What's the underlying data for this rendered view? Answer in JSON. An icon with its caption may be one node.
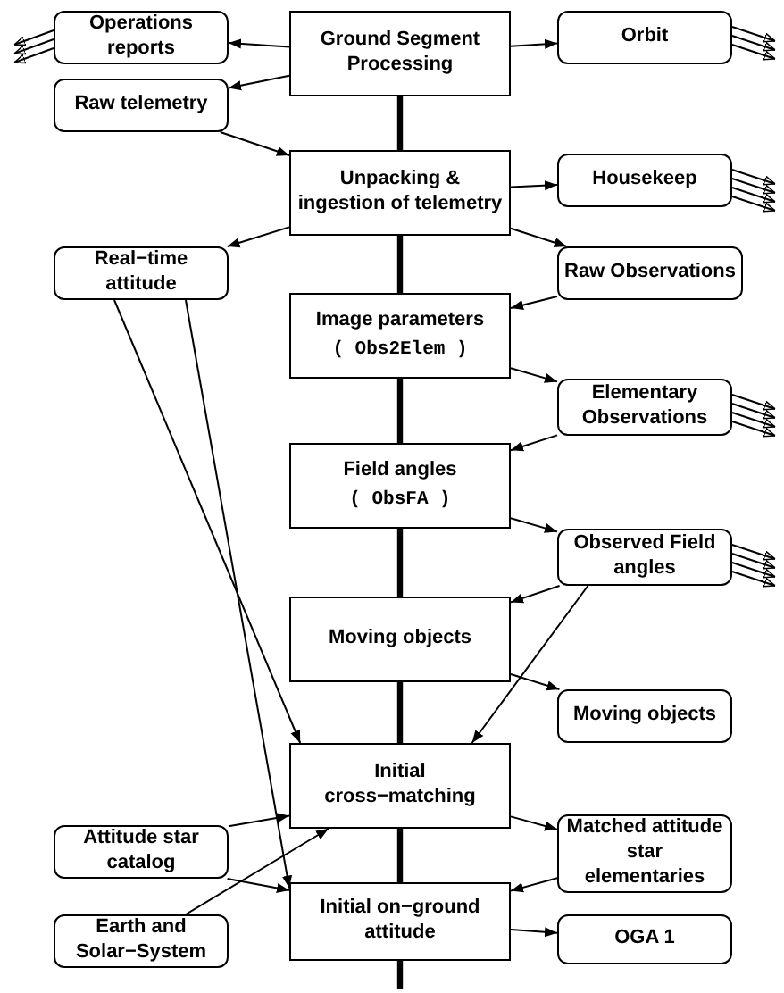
{
  "diagram": {
    "nodes": [
      {
        "text": [
          "Ground Segment Processing"
        ]
      },
      {
        "text": [
          "Operations reports"
        ]
      },
      {
        "text": [
          "Orbit"
        ]
      },
      {
        "text": [
          "Raw telemetry"
        ]
      },
      {
        "text": [
          "Unpacking & ingestion of telemetry"
        ]
      },
      {
        "text": [
          "Housekeep"
        ]
      },
      {
        "text": [
          "Real−time attitude"
        ]
      },
      {
        "text": [
          "Raw Observations"
        ]
      },
      {
        "text": [
          "Image parameters",
          "( Obs2Elem )"
        ]
      },
      {
        "text": [
          "Elementary Observations"
        ]
      },
      {
        "text": [
          "Field angles",
          "( ObsFA )"
        ]
      },
      {
        "text": [
          "Observed Field angles"
        ]
      },
      {
        "text": [
          "Moving objects"
        ]
      },
      {
        "text": [
          "Moving objects"
        ]
      },
      {
        "text": [
          "Initial cross−matching"
        ]
      },
      {
        "text": [
          "Attitude star catalog"
        ]
      },
      {
        "text": [
          "Matched attitude star elementaries"
        ]
      },
      {
        "text": [
          "Earth and Solar−System"
        ]
      },
      {
        "text": [
          "Initial on−ground attitude"
        ]
      },
      {
        "text": [
          "OGA 1"
        ]
      }
    ],
    "edges": [
      {
        "from": 0,
        "to": 1,
        "arrow": "to"
      },
      {
        "from": 0,
        "to": 2,
        "arrow": "to"
      },
      {
        "from": 0,
        "to": 3,
        "arrow": "to"
      },
      {
        "from": 1,
        "to": null,
        "arrow": "to"
      },
      {
        "from": 1,
        "to": null,
        "arrow": "to"
      },
      {
        "from": 1,
        "to": null,
        "arrow": "to"
      },
      {
        "from": 2,
        "to": null,
        "arrow": "to"
      },
      {
        "from": 2,
        "to": null,
        "arrow": "to"
      },
      {
        "from": 2,
        "to": null,
        "arrow": "to"
      },
      {
        "from": 0,
        "to": 4,
        "arrow": "none",
        "style": "thick"
      },
      {
        "from": 3,
        "to": 4,
        "arrow": "to"
      },
      {
        "from": 4,
        "to": 5,
        "arrow": "to"
      },
      {
        "from": 5,
        "to": null,
        "arrow": "to"
      },
      {
        "from": 5,
        "to": null,
        "arrow": "to"
      },
      {
        "from": 5,
        "to": null,
        "arrow": "to"
      },
      {
        "from": 5,
        "to": null,
        "arrow": "to"
      },
      {
        "from": 4,
        "to": 6,
        "arrow": "to"
      },
      {
        "from": 4,
        "to": 7,
        "arrow": "to"
      },
      {
        "from": 7,
        "to": 8,
        "arrow": "to"
      },
      {
        "from": 4,
        "to": 8,
        "arrow": "none",
        "style": "thick"
      },
      {
        "from": 8,
        "to": 9,
        "arrow": "to"
      },
      {
        "from": 9,
        "to": null,
        "arrow": "to"
      },
      {
        "from": 9,
        "to": null,
        "arrow": "to"
      },
      {
        "from": 9,
        "to": null,
        "arrow": "to"
      },
      {
        "from": 9,
        "to": null,
        "arrow": "to"
      },
      {
        "from": 9,
        "to": 10,
        "arrow": "to"
      },
      {
        "from": 8,
        "to": 10,
        "arrow": "none",
        "style": "thick"
      },
      {
        "from": 10,
        "to": 11,
        "arrow": "to"
      },
      {
        "from": 11,
        "to": null,
        "arrow": "to"
      },
      {
        "from": 11,
        "to": null,
        "arrow": "to"
      },
      {
        "from": 11,
        "to": null,
        "arrow": "to"
      },
      {
        "from": 11,
        "to": null,
        "arrow": "to"
      },
      {
        "from": 11,
        "to": 12,
        "arrow": "to"
      },
      {
        "from": 10,
        "to": 12,
        "arrow": "none",
        "style": "thick"
      },
      {
        "from": 12,
        "to": 13,
        "arrow": "to"
      },
      {
        "from": 11,
        "to": 14,
        "arrow": "to"
      },
      {
        "from": 6,
        "to": 14,
        "arrow": "to"
      },
      {
        "from": 6,
        "to": 18,
        "arrow": "to"
      },
      {
        "from": 12,
        "to": 14,
        "arrow": "none",
        "style": "thick"
      },
      {
        "from": 15,
        "to": 14,
        "arrow": "to"
      },
      {
        "from": 15,
        "to": 18,
        "arrow": "to"
      },
      {
        "from": 17,
        "to": 14,
        "arrow": "to"
      },
      {
        "from": 14,
        "to": 16,
        "arrow": "to"
      },
      {
        "from": 16,
        "to": 18,
        "arrow": "to"
      },
      {
        "from": 14,
        "to": 18,
        "arrow": "none",
        "style": "thick"
      },
      {
        "from": 18,
        "to": 19,
        "arrow": "to"
      },
      {
        "from": 18,
        "to": null,
        "arrow": "none",
        "style": "thick"
      }
    ]
  }
}
